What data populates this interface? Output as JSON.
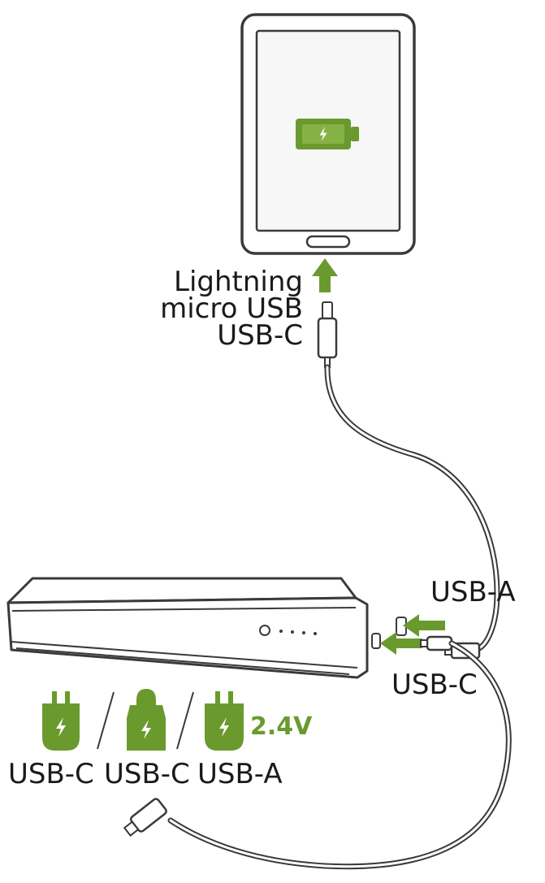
{
  "colors": {
    "accent_green": "#6a9a2e",
    "outline": "#3a3a3a",
    "screen_fill": "#f7f7f7",
    "background": "#ffffff"
  },
  "device_connector_labels": [
    "Lightning",
    "micro USB",
    "USB-C"
  ],
  "power_bank": {
    "input_port_label": "USB-A",
    "output_port_label": "USB-C"
  },
  "chargers": [
    {
      "icon": "wall-charger-icon",
      "label": "USB-C"
    },
    {
      "icon": "car-charger-icon",
      "label": "USB-C"
    },
    {
      "icon": "wall-charger-icon",
      "label": "USB-A",
      "voltage": "2.4V"
    }
  ],
  "icons": [
    "tablet-icon",
    "battery-charging-icon",
    "up-arrow-icon",
    "left-arrow-icon",
    "power-bank-icon",
    "cable-icon"
  ]
}
